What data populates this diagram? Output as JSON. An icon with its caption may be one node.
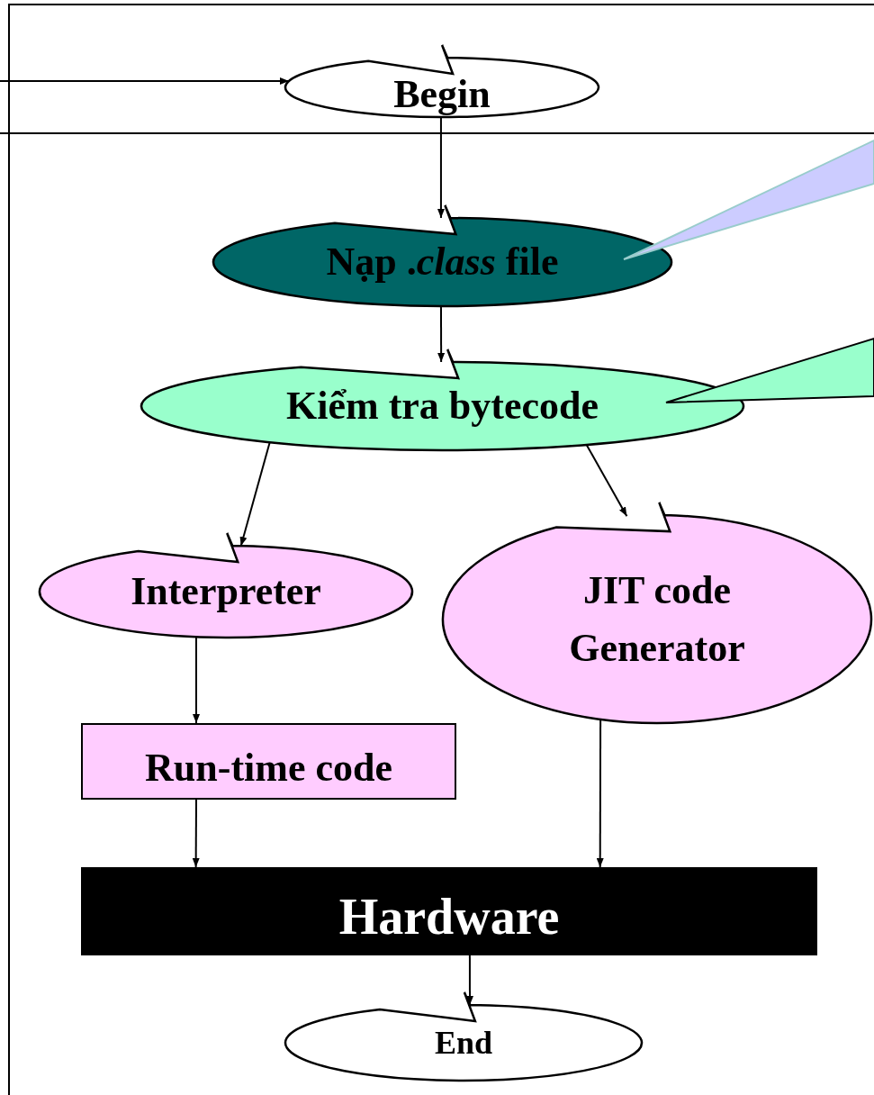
{
  "diagram": {
    "nodes": [
      {
        "text": [
          "Begin"
        ]
      },
      {
        "text": [
          "Nạp .*class* file"
        ]
      },
      {
        "text": [
          "Kiểm tra bytecode"
        ]
      },
      {
        "text": [
          "Interpreter"
        ]
      },
      {
        "text": [
          "JIT code Generator"
        ]
      },
      {
        "text": [
          "Run-time code"
        ]
      },
      {
        "text": [
          "Hardware"
        ]
      },
      {
        "text": [
          "End"
        ]
      },
      {
        "text": [],
        "shape": "callout"
      },
      {
        "text": [],
        "shape": "callout"
      }
    ],
    "edges": [
      {
        "from": null,
        "to": 0,
        "arrow": "to"
      },
      {
        "from": 0,
        "to": 1,
        "arrow": "to"
      },
      {
        "from": 1,
        "to": 2,
        "arrow": "to"
      },
      {
        "from": 2,
        "to": 3,
        "arrow": "to"
      },
      {
        "from": 2,
        "to": 4,
        "arrow": "to"
      },
      {
        "from": 3,
        "to": 5,
        "arrow": "to"
      },
      {
        "from": 5,
        "to": 6,
        "arrow": "to"
      },
      {
        "from": 4,
        "to": 6,
        "arrow": "to"
      },
      {
        "from": 6,
        "to": 7,
        "arrow": "to"
      }
    ]
  }
}
